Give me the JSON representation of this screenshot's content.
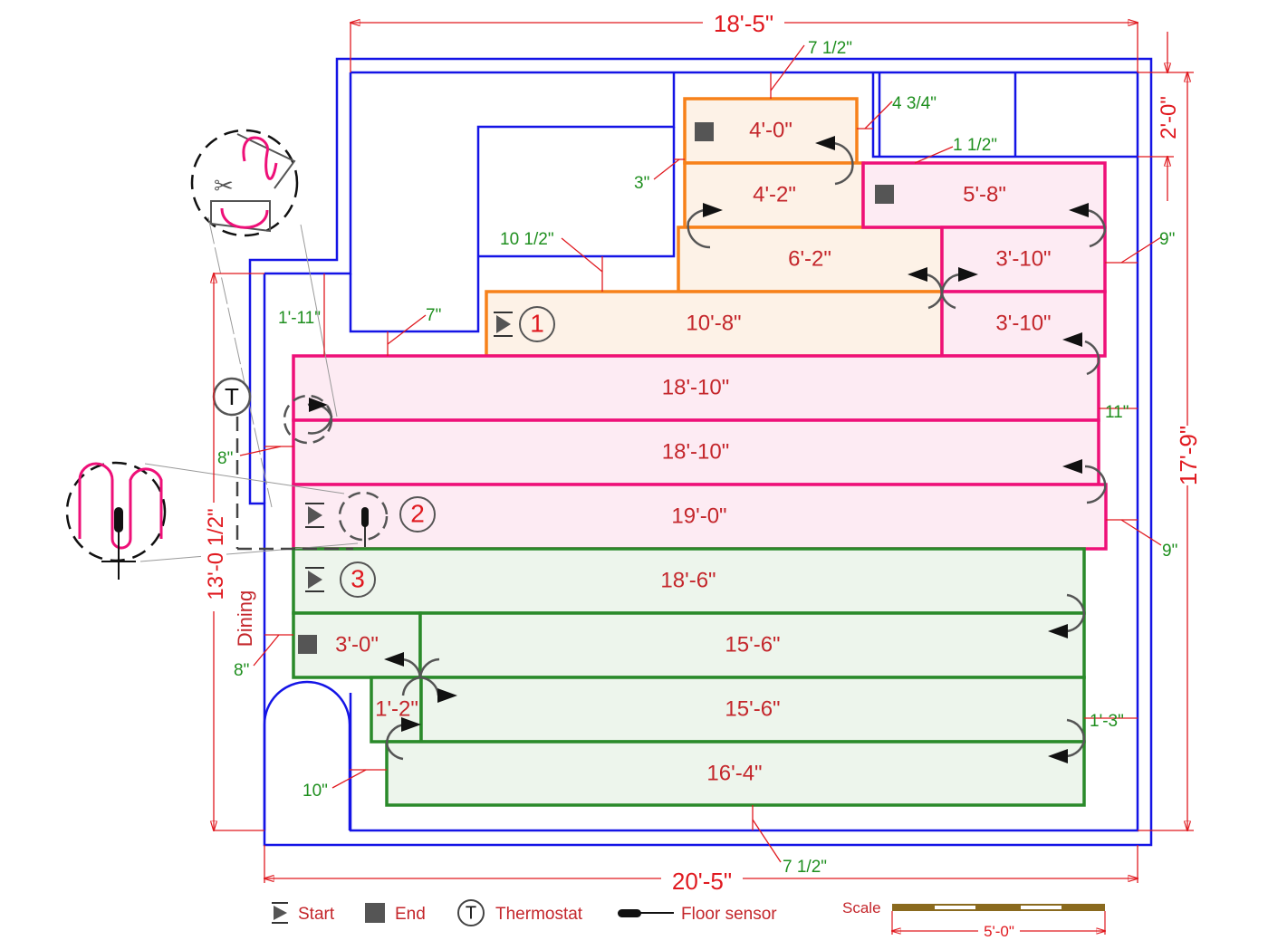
{
  "drawing": {
    "dimensions": {
      "top_overall": "18'-5\"",
      "bottom_overall": "20'-5\"",
      "right_overall": "17'-9\"",
      "right_top": "2'-0\"",
      "left_height": "13'-0 1/2\""
    },
    "clearances": [
      "7 1/2\"",
      "4 3/4\"",
      "1 1/2\"",
      "3\"",
      "10 1/2\"",
      "9\"",
      "1'-11\"",
      "7\"",
      "11\"",
      "8\"",
      "9\"",
      "8\"",
      "1'-3\"",
      "10\"",
      "7 1/2\""
    ],
    "room_label": "Dining",
    "zones": [
      {
        "number": "1",
        "color": "#f7811a",
        "fill": "#fdf2e7"
      },
      {
        "number": "2",
        "color": "#ee1078",
        "fill": "#fdebf3"
      },
      {
        "number": "3",
        "color": "#2a8a2a",
        "fill": "#edf5ec"
      }
    ],
    "mats": [
      "4'-0\"",
      "4'-2\"",
      "5'-8\"",
      "6'-2\"",
      "3'-10\"",
      "10'-8\"",
      "3'-10\"",
      "18'-10\"",
      "18'-10\"",
      "19'-0\"",
      "18'-6\"",
      "3'-0\"",
      "15'-6\"",
      "1'-2\"",
      "15'-6\"",
      "16'-4\""
    ],
    "thermostat_symbol": "T"
  },
  "legend": {
    "start": "Start",
    "end": "End",
    "thermostat": "Thermostat",
    "floor_sensor": "Floor sensor",
    "scale_label": "Scale",
    "scale_length": "5'-0\""
  }
}
